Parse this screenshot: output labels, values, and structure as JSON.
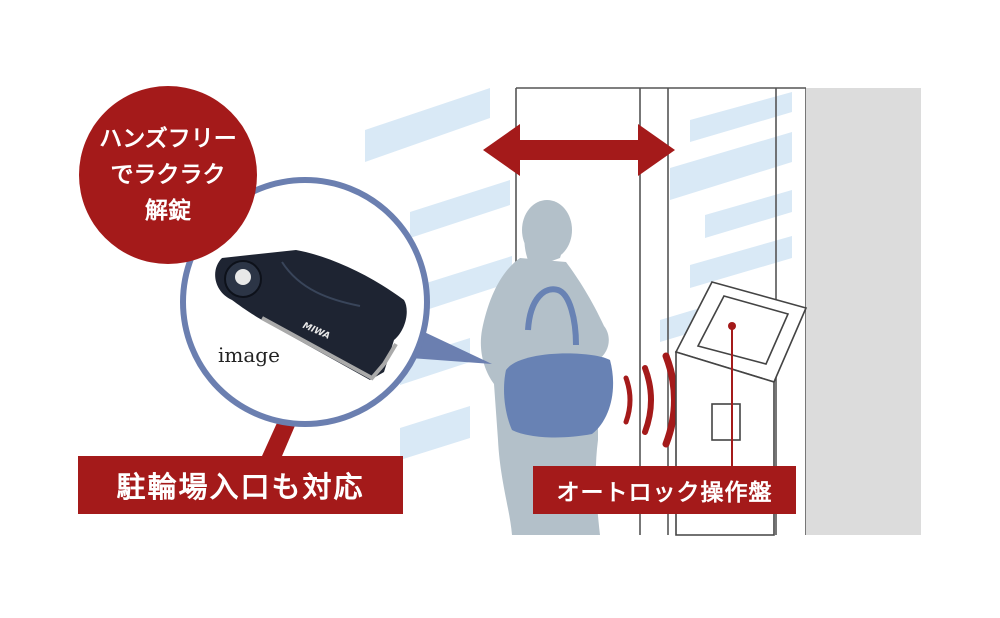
{
  "badge": {
    "line1": "ハンズフリー",
    "line2": "でラクラク",
    "line3": "解錠"
  },
  "image_caption": "image",
  "key_brand": "MIWA",
  "labels": {
    "bicycle": "駐輪場入口も対応",
    "panel": "オートロック操作盤"
  },
  "colors": {
    "accent_red": "#a41a1a",
    "circle_outline": "#6b7fb0",
    "glass_stripe": "#d9e9f6",
    "silhouette": "#b3c0c9",
    "bag": "#6882b4",
    "wall": "#dcdcdc",
    "fob": "#1e2432"
  },
  "icons": [
    "double-arrow-icon",
    "signal-waves-icon",
    "key-fob-icon"
  ]
}
